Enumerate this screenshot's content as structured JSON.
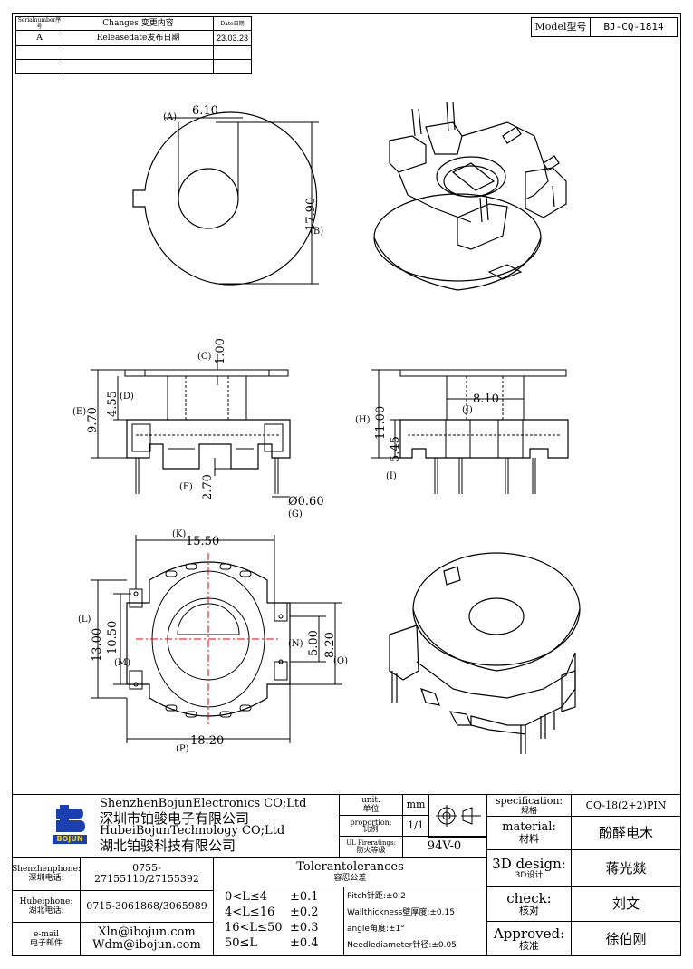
{
  "revision_table": {
    "headers": {
      "serial": "Serialnumber序号",
      "changes": "Changes 变更内容",
      "date": "Date日期"
    },
    "rows": [
      {
        "serial": "A",
        "changes": "Releasedate发布日期",
        "date": "23.03.23"
      }
    ]
  },
  "model": {
    "label": "Model型号",
    "value": "BJ-CQ-1814"
  },
  "dims": {
    "a_val": "6.10",
    "a_tag": "(A)",
    "b_val": "17.90",
    "b_tag": "(B)",
    "c_val": "1.00",
    "c_tag": "(C)",
    "d_val": "4.55",
    "d_tag": "(D)",
    "e_val": "9.70",
    "e_tag": "(E)",
    "f_val": "2.70",
    "f_tag": "(F)",
    "g_val": "Ø0.60",
    "g_tag": "(G)",
    "h_val": "11.00",
    "h_tag": "(H)",
    "i_val": "5.45",
    "i_tag": "(I)",
    "j_val": "8.10",
    "j_tag": "(J)",
    "k_val": "15.50",
    "k_tag": "(K)",
    "l_val": "13.00",
    "l_tag": "(L)",
    "m_val": "10.50",
    "m_tag": "(M)",
    "n_val": "5.00",
    "n_tag": "(N)",
    "o_val": "8.20",
    "o_tag": "(O)",
    "p_val": "18.20",
    "p_tag": "(P)"
  },
  "company": {
    "name_en1": "ShenzhenBojunElectronics CO;Ltd",
    "name_cn1": "深圳市铂骏电子有限公司",
    "name_en2": "HubeiBojunTechnology CO;Ltd",
    "name_cn2": "湖北铂骏科技有限公司",
    "logo_text": "BOJUN"
  },
  "unit": {
    "label": "unit:",
    "label_cn": "单位",
    "value": "mm"
  },
  "proportion": {
    "label": "proportion:",
    "label_cn": "比例",
    "value": "1/1"
  },
  "fire": {
    "label": "UL Fireratings:",
    "label_cn": "防火等级",
    "value": "94V-0"
  },
  "spec": {
    "label": "specification:",
    "label_cn": "规格",
    "value": "CQ-18(2+2)PIN"
  },
  "material": {
    "label": "material:",
    "label_cn": "材料",
    "value": "酚醛电木"
  },
  "design": {
    "label": "3D design:",
    "label_cn": "3D设计",
    "value": "蒋光燚"
  },
  "check": {
    "label": "check:",
    "label_cn": "核对",
    "value": "刘文"
  },
  "approved": {
    "label": "Approved:",
    "label_cn": "核准",
    "value": "徐伯刚"
  },
  "contacts": {
    "sz_label": "Shenzhenphone:",
    "sz_label_cn": "深圳电话:",
    "sz_value": "0755-27155110/27155392",
    "hb_label": "Hubeiphone:",
    "hb_label_cn": "湖北电话:",
    "hb_value": "0715-3061868/3065989",
    "email_label": "e-mail",
    "email_label_cn": "电子邮件",
    "email1": "Xln@ibojun.com",
    "email2": "Wdm@ibojun.com"
  },
  "tolerances": {
    "title": "Tolerantolerances",
    "title_cn": "容忍公差",
    "rows": [
      {
        "range": "0<L≤4",
        "tol": "±0.1"
      },
      {
        "range": "4<L≤16",
        "tol": "±0.2"
      },
      {
        "range": "16<L≤50",
        "tol": "±0.3"
      },
      {
        "range": "50≤L",
        "tol": "±0.4"
      }
    ],
    "notes": [
      "Pitch针距:±0.2",
      "Wallthickness壁厚度:±0.15",
      "angle角度:±1°",
      "Needlediameter针径:±0.05"
    ]
  }
}
